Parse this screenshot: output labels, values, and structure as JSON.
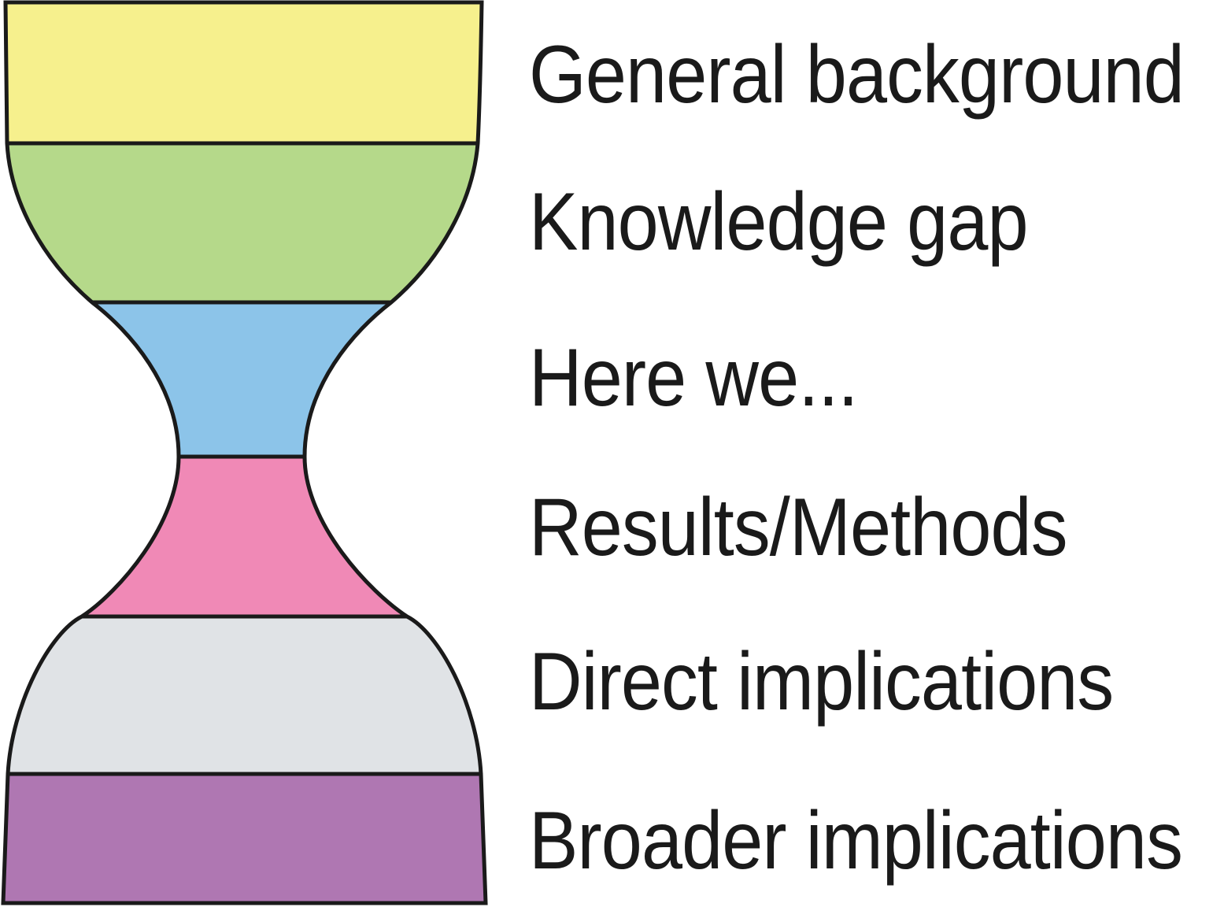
{
  "diagram": {
    "title": "hourglass-paper-structure",
    "background_color": "#ffffff",
    "outline_color": "#1a1a1a",
    "text_color": "#1a1a1a",
    "sections": [
      {
        "label": "General background",
        "color": "#F6F08D"
      },
      {
        "label": "Knowledge gap",
        "color": "#B5D98A"
      },
      {
        "label": "Here we...",
        "color": "#8CC4E9"
      },
      {
        "label": "Results/Methods",
        "color": "#F089B6"
      },
      {
        "label": "Direct implications",
        "color": "#E0E3E6"
      },
      {
        "label": "Broader implications",
        "color": "#AF77B2"
      }
    ]
  }
}
